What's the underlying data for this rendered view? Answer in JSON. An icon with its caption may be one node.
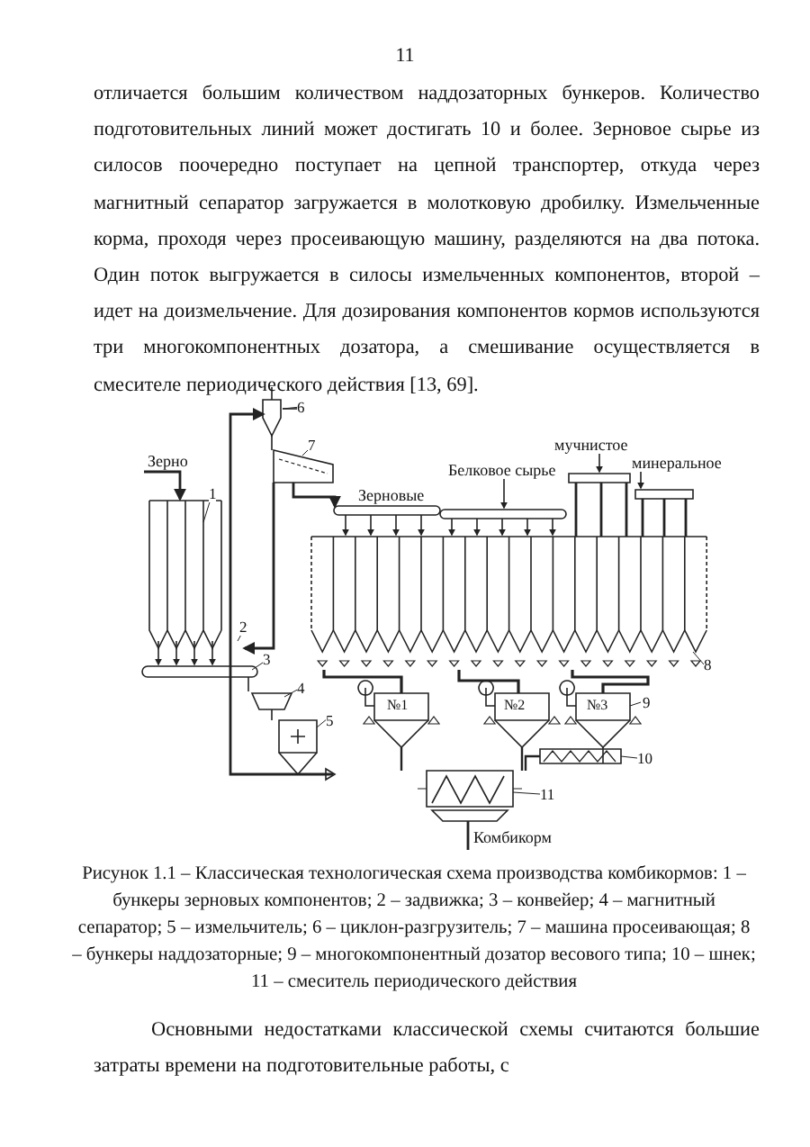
{
  "diagram": {
    "caption": "Рисунок 1.1 – Классическая технологическая схема производства комбикормов: 1 – бункеры зерновых компонентов; 2 – задвижка; 3 – конвейер; 4 – магнитный сепаратор; 5 – измельчитель; 6 – циклон-разгрузитель; 7 – машина просеивающая; 8 – бункеры наддозаторные; 9 – многокомпонентный дозатор весового типа; 10 – шнек; 11 – смеситель периодического действия",
    "labels": [
      "11",
      "отличается большим количеством наддозаторных бункеров. Количество подготовительных линий может достигать 10 и более. Зерновое сырье из силосов поочередно поступает на цепной транспортер, откуда через магнитный сепаратор загружается в молотковую дробилку. Измельченные корма, проходя через просеивающую машину, разделяются на два потока. Один поток выгружается в силосы измельченных компонентов, второй – идет на доизмельчение. Для дозирования компонентов кормов используются три многокомпонентных дозатора, а смешивание осуществляется в смесителе периодического действия [13, 69].",
      "Зерно",
      "6",
      "7",
      "1",
      "Зерновые",
      "Белковое сырье",
      "мучнистое",
      "минеральное",
      "2",
      "3",
      "4",
      "5",
      "8",
      "№1",
      "№2",
      "№3",
      "9",
      "10",
      "11",
      "Комбикорм",
      "Основными недостатками классической схемы считаются большие затраты времени на подготовительные работы, с"
    ]
  }
}
